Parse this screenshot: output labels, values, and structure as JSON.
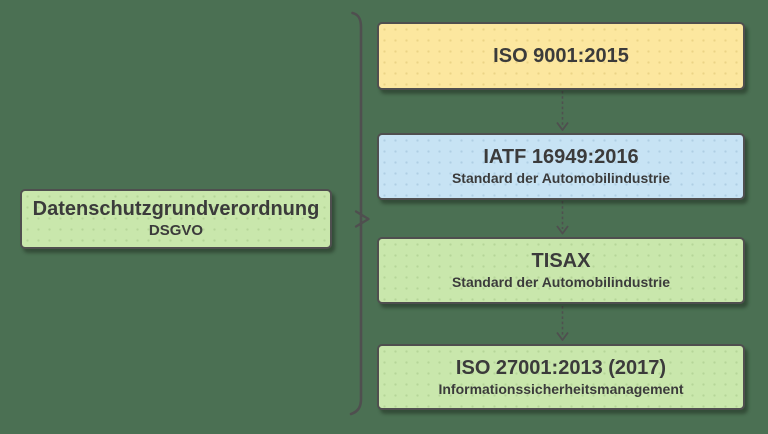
{
  "canvas": {
    "background_color": "#4b7053",
    "connector_color": "#4f4f4f",
    "text_color": "#3b3b3b"
  },
  "left_box": {
    "title": "Datenschutzgrundverordnung",
    "subtitle": "DSGVO",
    "fill": "#c9e7ac",
    "border": "#4f4f4f"
  },
  "right_boxes": [
    {
      "title": "ISO 9001:2015",
      "subtitle": "",
      "fill": "#fce79f"
    },
    {
      "title": "IATF 16949:2016",
      "subtitle": "Standard der Automobilindustrie",
      "fill": "#c7e3f4"
    },
    {
      "title": "TISAX",
      "subtitle": "Standard der Automobilindustrie",
      "fill": "#c9e7ac"
    },
    {
      "title": "ISO 27001:2013 (2017)",
      "subtitle": "Informationssicherheitsmanagement",
      "fill": "#c9e7ac"
    }
  ],
  "connectors": {
    "spine": "vertical bracket line spanning all four right boxes",
    "junction_arrow": "right-pointing open arrowhead from DSGVO box into spine",
    "down_arrows": [
      "dashed arrow from ISO 9001:2015 to IATF 16949:2016",
      "dashed arrow from IATF 16949:2016 to TISAX",
      "dashed arrow from TISAX to ISO 27001:2013 (2017)"
    ]
  }
}
